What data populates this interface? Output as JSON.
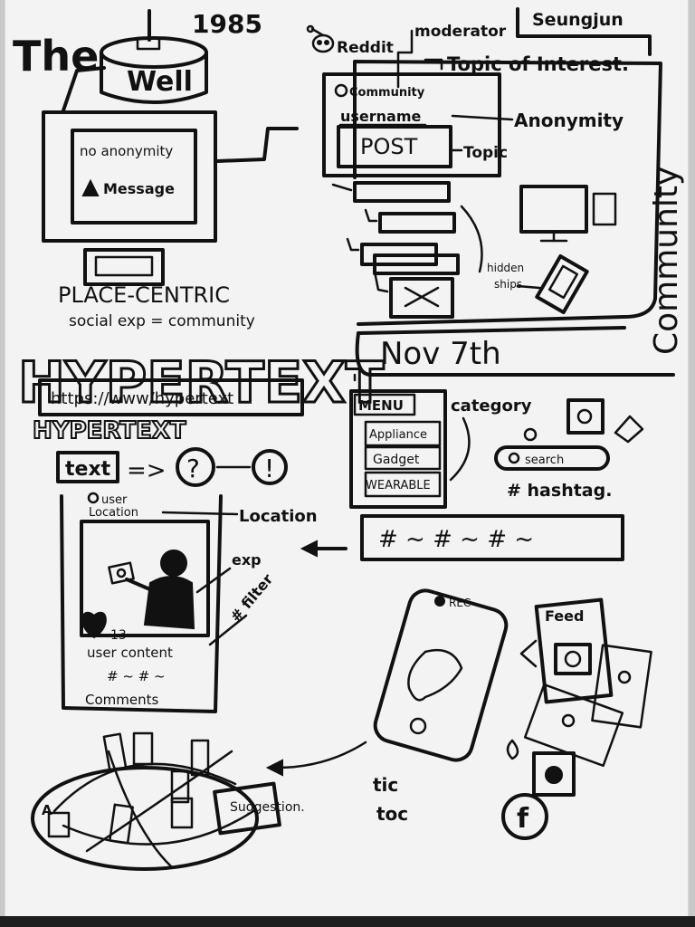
{
  "well": {
    "title": "The",
    "year": "1985",
    "label": "Well",
    "screen_line1": "no anonymity",
    "screen_line2": "Message",
    "place_centric": "PLACE-CENTRIC",
    "social_exp": "social exp = community"
  },
  "reddit": {
    "name": "Reddit",
    "moderator": "moderator",
    "topic_interest": "Topic of Interest.",
    "community": "Community",
    "username": "username",
    "post": "POST",
    "anonymity": "Anonymity",
    "topic": "Topic",
    "hidden_ships": "hidden ships",
    "author": "Seungjun"
  },
  "community_vertical": "Community",
  "date": "Nov 7th",
  "hypertext": {
    "title": "HYPERTEXT",
    "url": "https://www/hypertext",
    "text_box": "text",
    "arrow": "=>",
    "question": "?",
    "exclaim": "!"
  },
  "menu": {
    "label": "MENU",
    "items": [
      "Appliance",
      "Gadget",
      "WEARABLE"
    ],
    "category": "category",
    "search": "search",
    "hashtag": "# hashtag."
  },
  "hashtag_bar": "# ~ # ~ # ~",
  "post_card": {
    "user": "user",
    "location_label": "Location",
    "location_note": "Location",
    "exp": "exp",
    "filter": "# filter",
    "likes": "13",
    "user_content": "user content",
    "tags": "# ~   # ~",
    "comments": "Comments"
  },
  "tiktok": {
    "rec": "REC",
    "tic": "tic",
    "toc": "toc",
    "feed": "Feed",
    "facebook": "f"
  },
  "network": {
    "suggestion": "Suggestion.",
    "node_a": "A"
  }
}
